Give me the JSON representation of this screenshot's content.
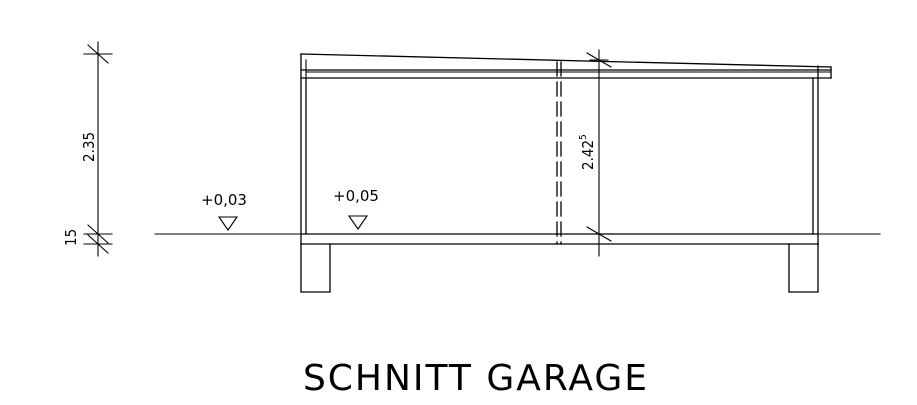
{
  "drawing": {
    "title": "SCHNITT GARAGE",
    "dimensions": {
      "wall_height": "2.35",
      "slab_thickness": "15",
      "interior_height_main": "2.42",
      "interior_height_sup": "5"
    },
    "levels": [
      {
        "label": "+0,03"
      },
      {
        "label": "+0,05"
      }
    ]
  }
}
